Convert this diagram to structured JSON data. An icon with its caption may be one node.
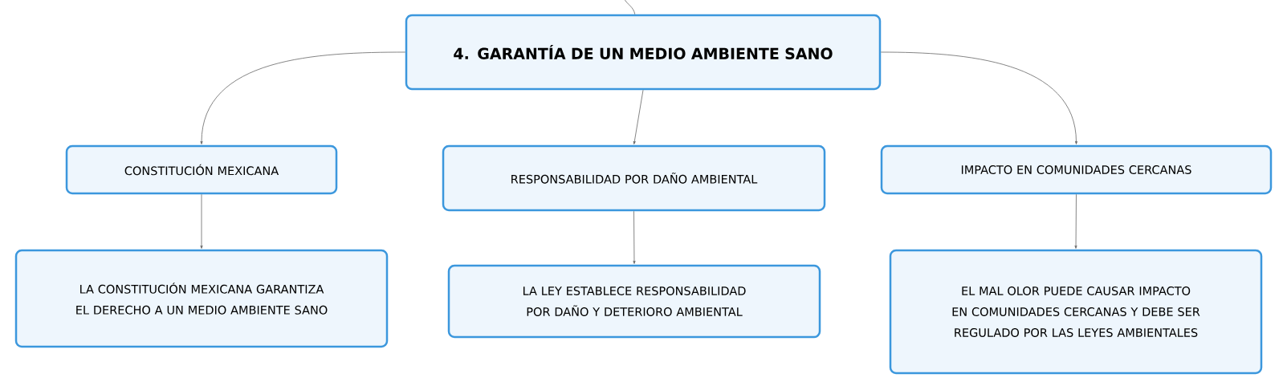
{
  "diagram": {
    "nodes": [
      {
        "text": [
          "4. GARANTÍA DE UN MEDIO AMBIENTE SANO"
        ]
      },
      {
        "text": [
          "CONSTITUCIÓN MEXICANA"
        ]
      },
      {
        "text": [
          "RESPONSABILIDAD POR DAÑO AMBIENTAL"
        ]
      },
      {
        "text": [
          "IMPACTO EN COMUNIDADES CERCANAS"
        ]
      },
      {
        "text": [
          "LA CONSTITUCIÓN MEXICANA GARANTIZA EL DERECHO A UN MEDIO AMBIENTE SANO"
        ]
      },
      {
        "text": [
          "LA LEY ESTABLECE RESPONSABILIDAD POR DAÑO Y DETERIORO AMBIENTAL"
        ]
      },
      {
        "text": [
          "EL MAL OLOR PUEDE CAUSAR IMPACTO EN COMUNIDADES CERCANAS Y DEBE SER REGULADO POR LAS LEYES AMBIENTALES"
        ]
      }
    ],
    "edges": [
      {
        "from": null,
        "to": 0,
        "arrow": "none"
      },
      {
        "from": 0,
        "to": 1,
        "arrow": "to"
      },
      {
        "from": 0,
        "to": 2,
        "arrow": "to"
      },
      {
        "from": 0,
        "to": 3,
        "arrow": "to"
      },
      {
        "from": 1,
        "to": 4,
        "arrow": "to"
      },
      {
        "from": 2,
        "to": 5,
        "arrow": "to"
      },
      {
        "from": 3,
        "to": 6,
        "arrow": "to"
      }
    ]
  }
}
